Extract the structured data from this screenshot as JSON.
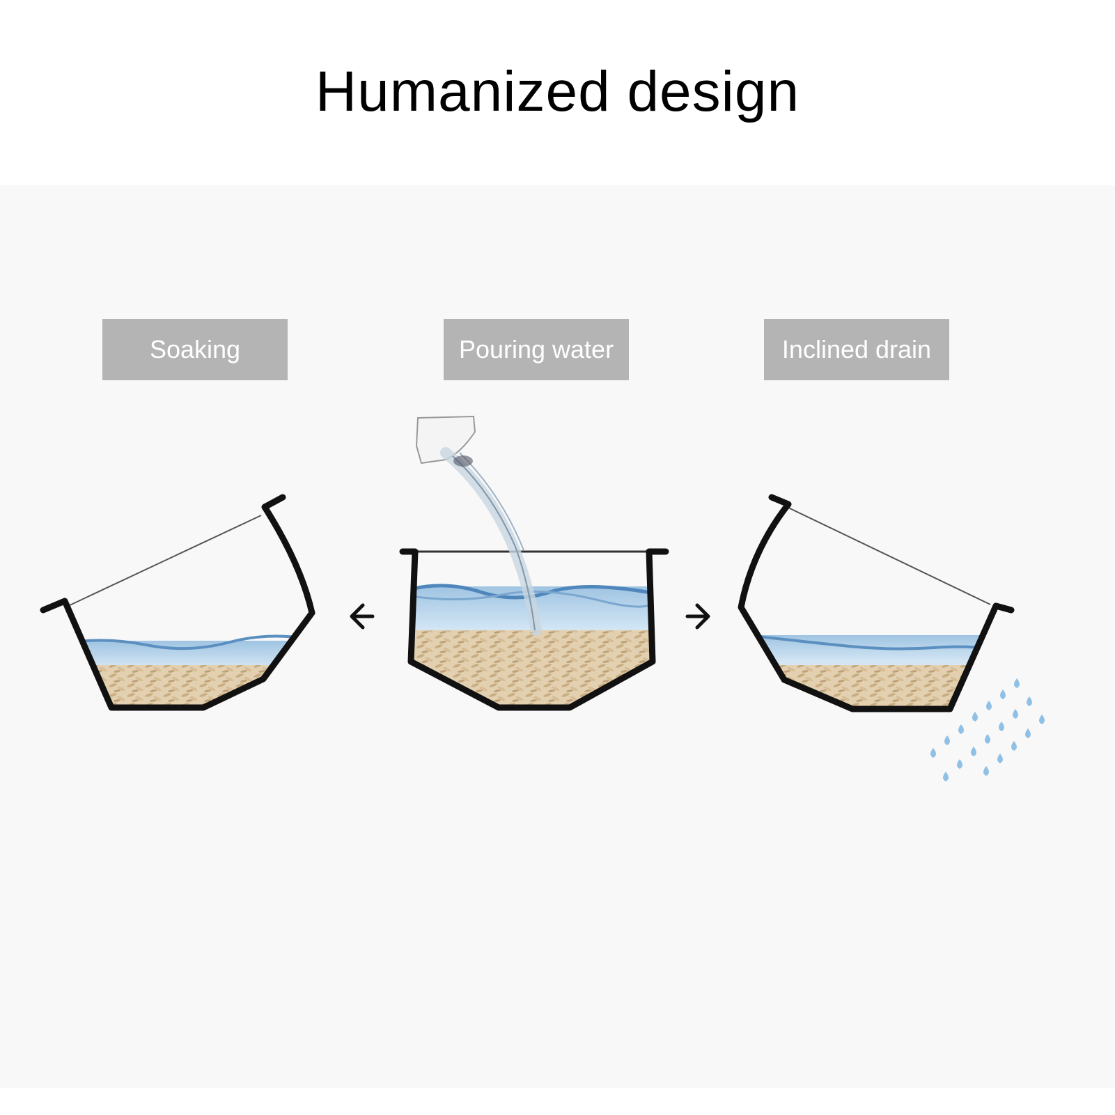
{
  "title": "Humanized design",
  "steps": [
    {
      "label": "Soaking"
    },
    {
      "label": "Pouring water"
    },
    {
      "label": "Inclined drain"
    }
  ],
  "icons": {
    "left_arrow": "left-arrow-icon",
    "right_arrow": "right-arrow-icon"
  },
  "colors": {
    "label_bg": "#b4b4b4",
    "water": "#cfe3f3",
    "rice": "#d8c3a0",
    "bowl_stroke": "#111111",
    "drops": "#8fc0e6"
  }
}
